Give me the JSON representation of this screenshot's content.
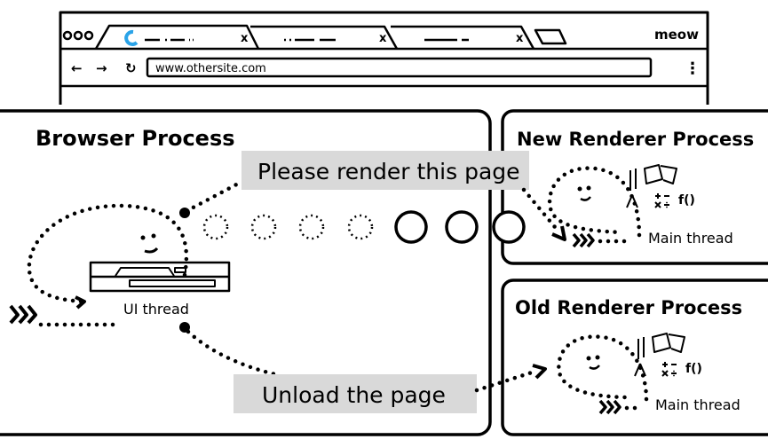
{
  "browser_window": {
    "address": "www.othersite.com",
    "profile_label": "meow",
    "tabs": [
      {
        "state": "loading",
        "close_icon": "close-icon"
      },
      {
        "state": "idle",
        "close_icon": "close-icon"
      },
      {
        "state": "idle",
        "close_icon": "close-icon"
      }
    ],
    "accent_color": "#2aa3e8"
  },
  "browser_process": {
    "title": "Browser Process",
    "thread_label": "UI thread"
  },
  "messages": {
    "render": "Please render this page",
    "unload": "Unload the page"
  },
  "new_renderer": {
    "title": "New Renderer Process",
    "thread_label": "Main thread"
  },
  "old_renderer": {
    "title": "Old Renderer Process",
    "thread_label": "Main thread"
  },
  "colors": {
    "label_background": "#d9d9d9"
  }
}
